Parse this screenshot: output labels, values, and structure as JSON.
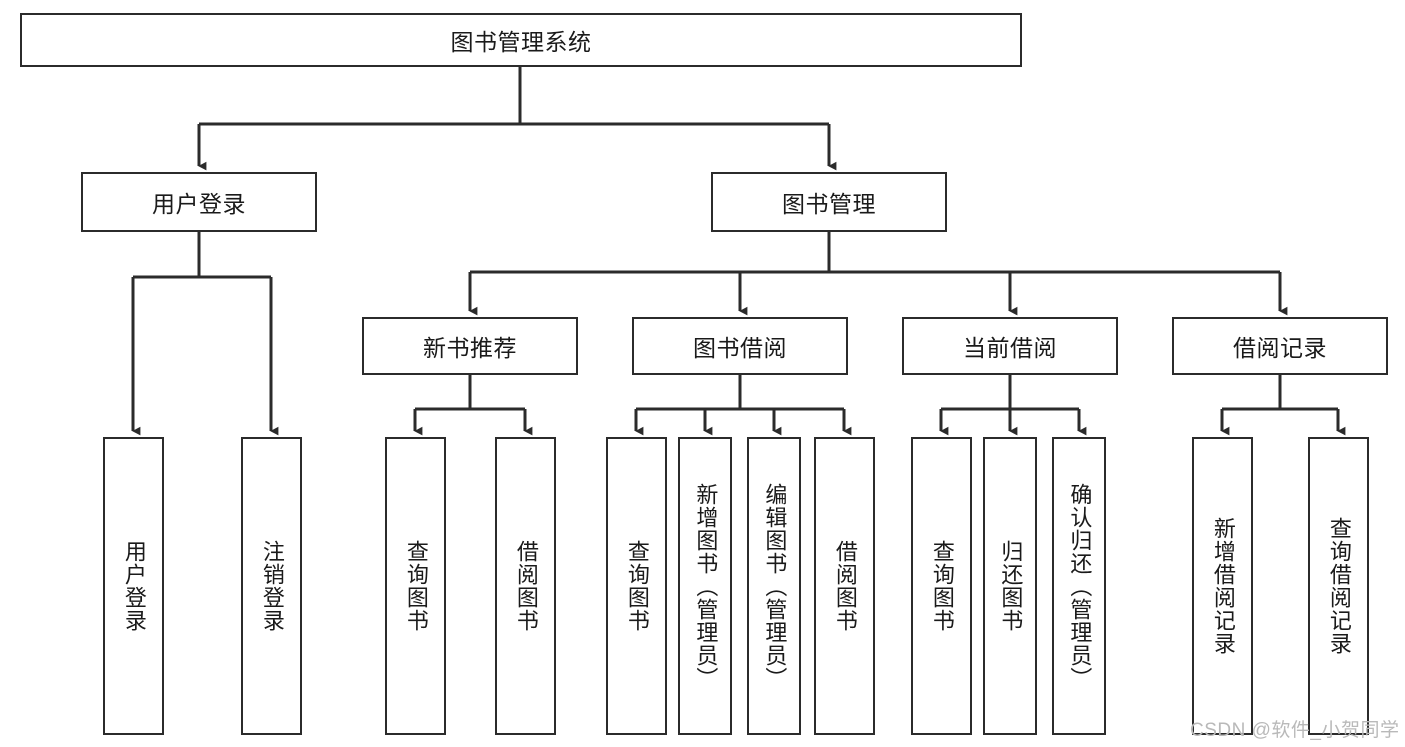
{
  "diagram": {
    "title": "图书管理系统",
    "type": "tree-hierarchy",
    "root": {
      "label": "图书管理系统"
    },
    "level2": [
      {
        "label": "用户登录"
      },
      {
        "label": "图书管理"
      }
    ],
    "level3": [
      {
        "label": "新书推荐"
      },
      {
        "label": "图书借阅"
      },
      {
        "label": "当前借阅"
      },
      {
        "label": "借阅记录"
      }
    ],
    "leaves": {
      "user_login": [
        {
          "label": "用户登录"
        },
        {
          "label": "注销登录"
        }
      ],
      "new_book_recommend": [
        {
          "label": "查询图书"
        },
        {
          "label": "借阅图书"
        }
      ],
      "book_borrow": [
        {
          "label": "查询图书"
        },
        {
          "label": "新增图书（管理员）"
        },
        {
          "label": "编辑图书（管理员）"
        },
        {
          "label": "借阅图书"
        }
      ],
      "current_borrow": [
        {
          "label": "查询图书"
        },
        {
          "label": "归还图书"
        },
        {
          "label": "确认归还（管理员）"
        }
      ],
      "borrow_record": [
        {
          "label": "新增借阅记录"
        },
        {
          "label": "查询借阅记录"
        }
      ]
    }
  },
  "watermark": {
    "text": "CSDN @软件_小贺同学"
  },
  "colors": {
    "stroke": "#2b2b2b",
    "background": "#ffffff",
    "text": "#1a1a1a",
    "watermark": "#b9b9b9"
  }
}
